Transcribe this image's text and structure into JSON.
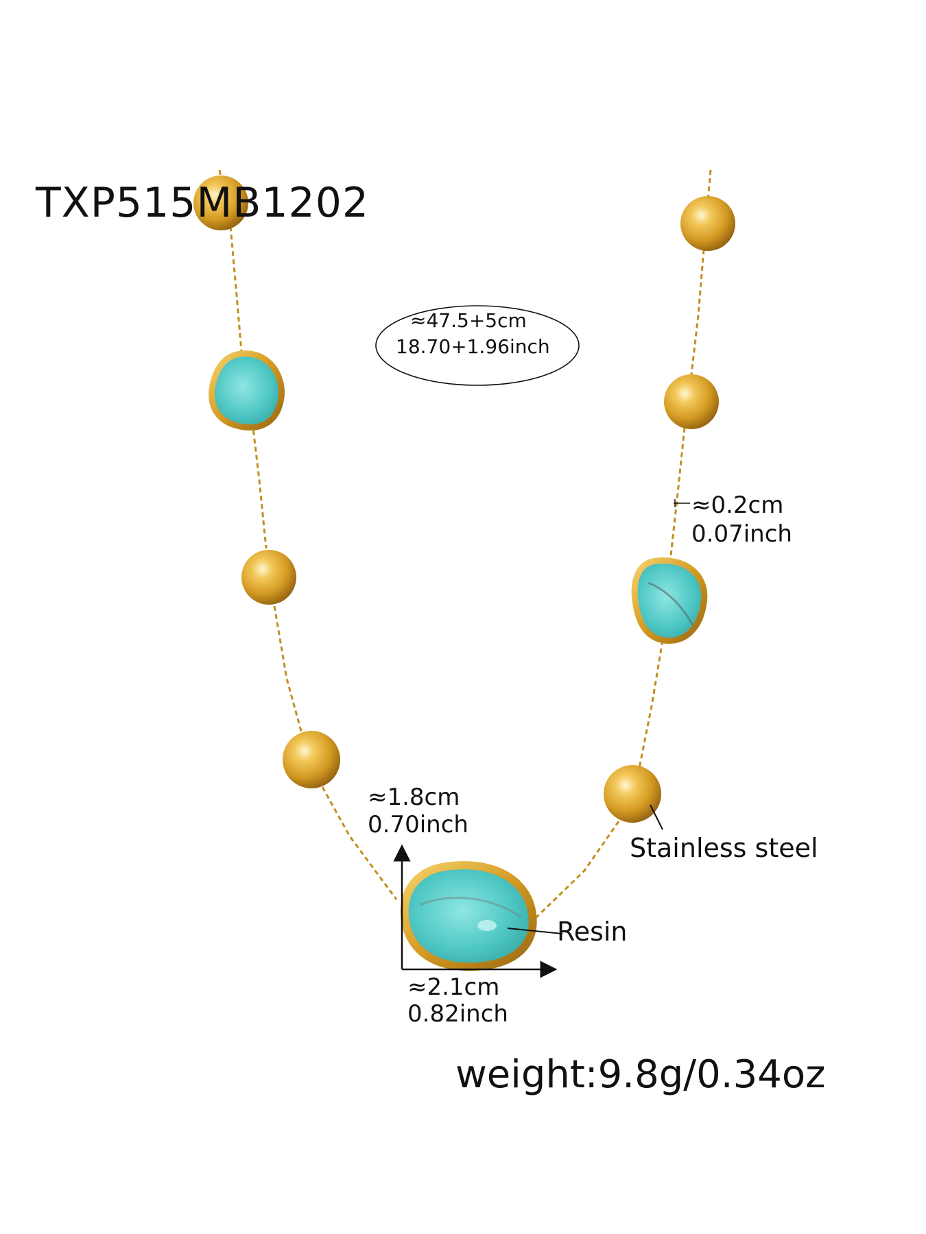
{
  "product": {
    "code": "TXP515MB1202",
    "weight": "weight:9.8g/0.34oz"
  },
  "dimensions": {
    "length_cm": "≈47.5+5cm",
    "length_inch": "18.70+1.96inch",
    "chain_cm": "≈0.2cm",
    "chain_inch": "0.07inch",
    "height_cm": "≈1.8cm",
    "height_inch": "0.70inch",
    "width_cm": "≈2.1cm",
    "width_inch": "0.82inch"
  },
  "materials": {
    "bead": "Stainless steel",
    "stone": "Resin"
  },
  "colors": {
    "gold": "#d4a12a",
    "gold_dark": "#a8761a",
    "turquoise": "#4ec7c4",
    "background": "#ffffff",
    "text": "#111111"
  }
}
